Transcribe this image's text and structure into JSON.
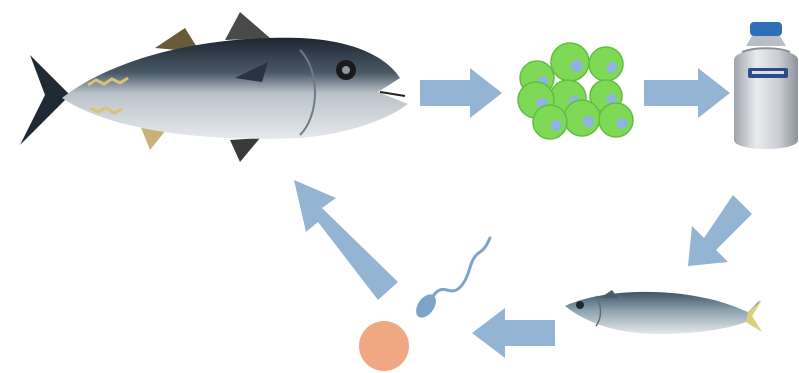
{
  "diagram": {
    "nodes": [
      {
        "id": "tuna",
        "icon": "tuna-fish-icon"
      },
      {
        "id": "cells",
        "icon": "germ-cells-icon"
      },
      {
        "id": "tank",
        "icon": "cryo-tank-icon"
      },
      {
        "id": "host",
        "icon": "mackerel-fish-icon"
      },
      {
        "id": "gametes",
        "icon": "egg-and-sperm-icon"
      }
    ],
    "edges": [
      {
        "from": "tuna",
        "to": "cells"
      },
      {
        "from": "cells",
        "to": "tank"
      },
      {
        "from": "tank",
        "to": "host"
      },
      {
        "from": "host",
        "to": "gametes"
      },
      {
        "from": "gametes",
        "to": "tuna"
      }
    ],
    "colors": {
      "arrow": "#94b4d4",
      "cell_fill": "#7ed957",
      "cell_nucleus": "#8fb3e0",
      "egg": "#f0a883",
      "sperm": "#7fa3c7"
    }
  }
}
